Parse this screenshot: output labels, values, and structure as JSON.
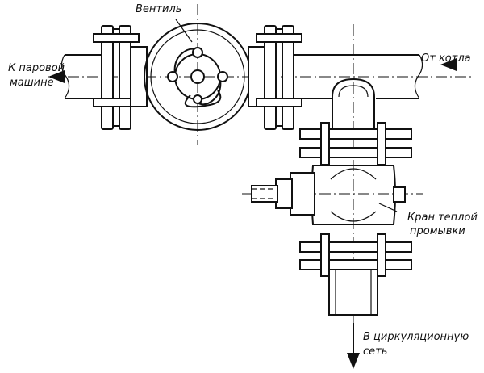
{
  "labels": {
    "valve": "Вентиль",
    "to_engine_line1": "К паровой",
    "to_engine_line2": "машине",
    "from_boiler": "От котла",
    "cock_line1": "Кран теплой",
    "cock_line2": "промывки",
    "circulation_line1": "В циркуляционную",
    "circulation_line2": "сеть"
  }
}
